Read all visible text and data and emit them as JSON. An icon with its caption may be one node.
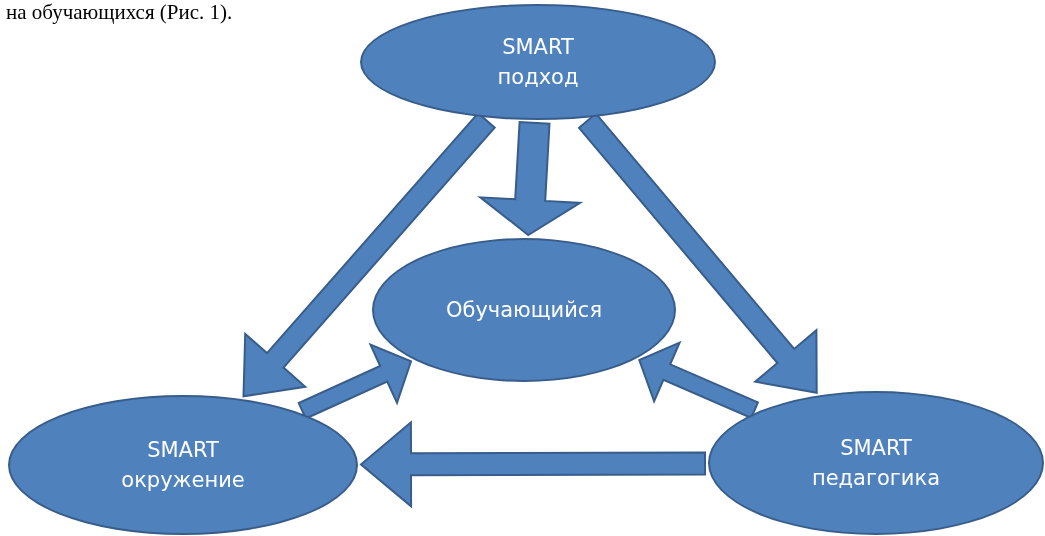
{
  "diagram": {
    "nodes": [
      {
        "text": [
          "SMART подход"
        ]
      },
      {
        "text": [
          "Обучающийся"
        ]
      },
      {
        "text": [
          "SMART окружение"
        ]
      },
      {
        "text": [
          "SMART педагогика"
        ]
      }
    ],
    "edges": [
      {
        "from": 0,
        "to": 2,
        "arrow": "to"
      },
      {
        "from": 0,
        "to": 1,
        "arrow": "to"
      },
      {
        "from": 0,
        "to": 3,
        "arrow": "to"
      },
      {
        "from": 3,
        "to": 2,
        "arrow": "to"
      },
      {
        "from": 2,
        "to": 1,
        "arrow": "to"
      },
      {
        "from": 3,
        "to": 1,
        "arrow": "to"
      }
    ],
    "labels": [
      "на обучающихся (Рис. 1)."
    ]
  }
}
